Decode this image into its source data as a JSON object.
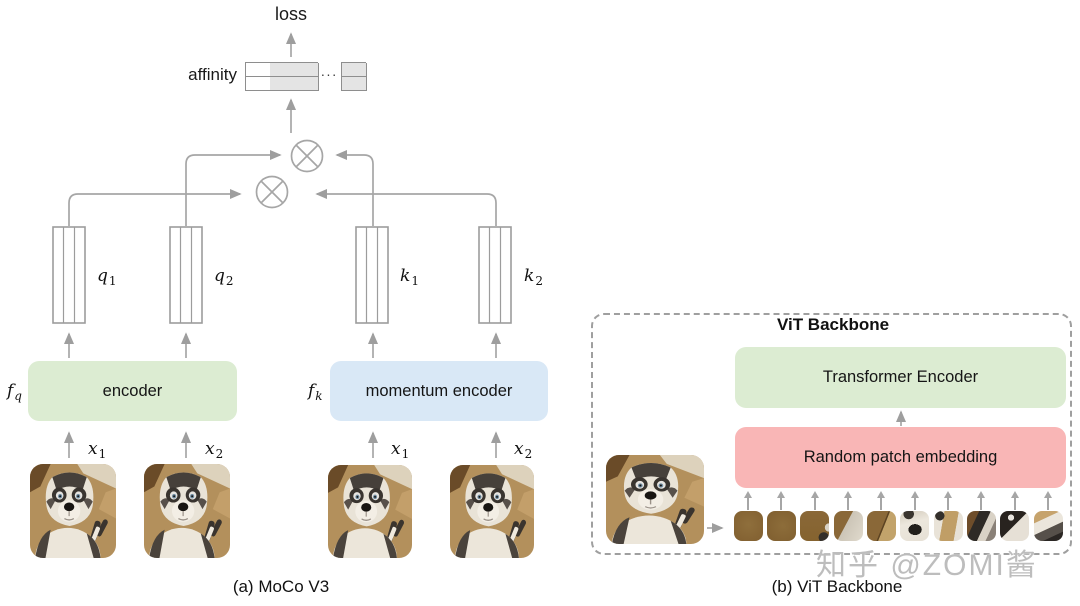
{
  "colors": {
    "line": "#a6a6a6",
    "grid_fill": "#e4e4e4",
    "green": "#dcecd2",
    "blue": "#d9e8f6",
    "pink": "#f9b6b6"
  },
  "panel_a": {
    "caption": "(a) MoCo V3",
    "loss_label": "loss",
    "affinity_label": "affinity",
    "dots": "···",
    "affinity_grid": {
      "rows": 2,
      "cols": 6,
      "white_cols": 2
    },
    "small_grid": {
      "rows": 2,
      "cols": 2,
      "white_cols": 0
    },
    "feature_labels": [
      {
        "base": "q",
        "sub": "1"
      },
      {
        "base": "q",
        "sub": "2"
      },
      {
        "base": "k",
        "sub": "1"
      },
      {
        "base": "k",
        "sub": "2"
      }
    ],
    "encoder": {
      "label": "encoder",
      "fn": {
        "base": "f",
        "sub": "q"
      }
    },
    "momentum_encoder": {
      "label": "momentum encoder",
      "fn": {
        "base": "f",
        "sub": "k"
      }
    },
    "input_labels": [
      {
        "base": "x",
        "sub": "1"
      },
      {
        "base": "x",
        "sub": "2"
      },
      {
        "base": "x",
        "sub": "1"
      },
      {
        "base": "x",
        "sub": "2"
      }
    ]
  },
  "panel_b": {
    "caption": "(b) ViT Backbone",
    "title": "ViT Backbone",
    "transformer_label": "Transformer Encoder",
    "embedding_label": "Random patch embedding",
    "patch_count": 10,
    "patch_styles": [
      "p1",
      "p2",
      "p3",
      "p4",
      "p5",
      "p6",
      "p7",
      "p8",
      "p9",
      "p10"
    ]
  },
  "watermark": "知乎 @ZOMI酱"
}
